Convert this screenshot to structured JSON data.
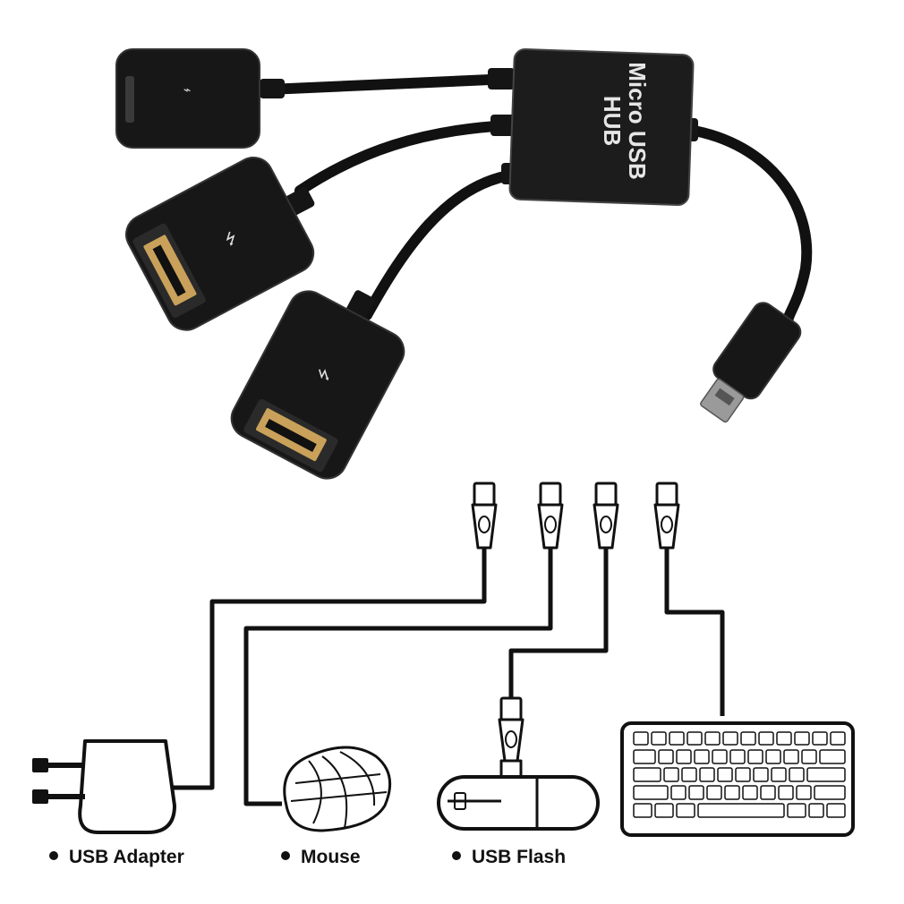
{
  "hub": {
    "brand_line1": "Micro USB",
    "brand_line2": "HUB"
  },
  "devices": [
    {
      "name": "USB Adapter",
      "icon": "usb-adapter-icon"
    },
    {
      "name": "Mouse",
      "icon": "mouse-icon"
    },
    {
      "name": "USB Flash",
      "icon": "usb-flash-icon"
    },
    {
      "name": "Keyboard",
      "icon": "keyboard-icon"
    }
  ],
  "labels": {
    "adapter": "USB Adapter",
    "mouse": "Mouse",
    "flash": "USB Flash"
  },
  "colors": {
    "cable": "#111111",
    "hub_body": "#1c1c1c",
    "port_gold": "#c9a15a",
    "line_art": "#111111"
  }
}
